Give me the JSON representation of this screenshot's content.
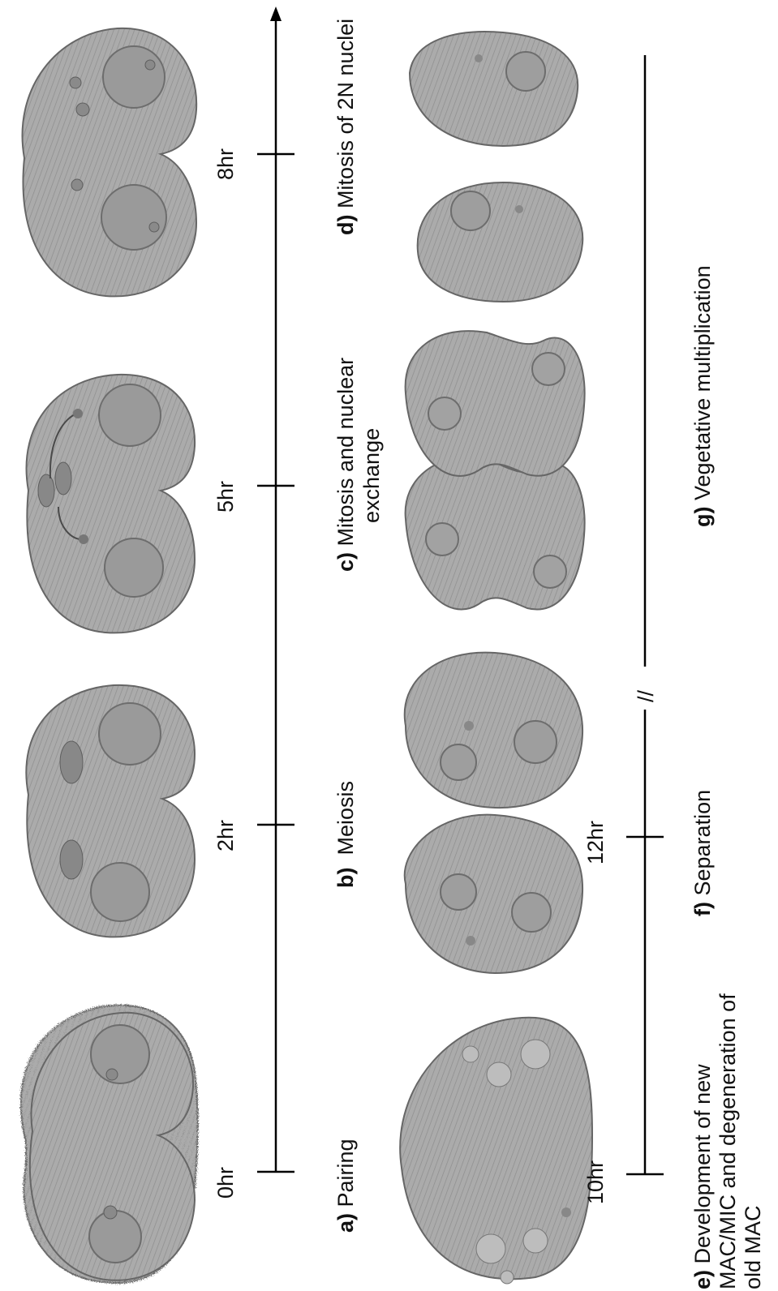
{
  "timeline_top": {
    "ticks": [
      "0hr",
      "2hr",
      "5hr",
      "8hr"
    ]
  },
  "timeline_bottom": {
    "ticks": [
      "10hr",
      "12hr"
    ],
    "break_mark": "//"
  },
  "stages": [
    {
      "letter": "a)",
      "label": "Pairing"
    },
    {
      "letter": "b)",
      "label": "Meiosis"
    },
    {
      "letter": "c)",
      "label": "Mitosis and nuclear",
      "label_2": "exchange"
    },
    {
      "letter": "d)",
      "label": "Mitosis of 2N nuclei"
    },
    {
      "letter": "e)",
      "label": "Development of new",
      "label_2": "MAC/MIC and degeneration of",
      "label_3": "old MAC"
    },
    {
      "letter": "f)",
      "label": "Separation"
    },
    {
      "letter": "g)",
      "label": "Vegetative multiplication"
    }
  ],
  "colors": {
    "cell_fill": "#a9a9a9",
    "cell_edge": "#6b6b6b",
    "nucleus": "#8e8e8e",
    "line": "#000000"
  }
}
